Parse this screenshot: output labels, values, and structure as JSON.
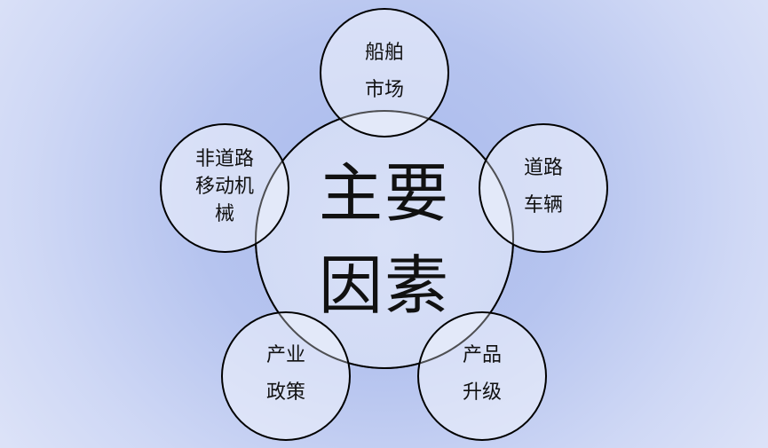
{
  "center": {
    "line1": "主要",
    "line2": "因素"
  },
  "satellites": [
    {
      "id": "top",
      "lines": [
        "船舶",
        "市场"
      ]
    },
    {
      "id": "right",
      "lines": [
        "道路",
        "车辆"
      ]
    },
    {
      "id": "left",
      "lines": [
        "非道路",
        "移动机",
        "械"
      ]
    },
    {
      "id": "bottom-left",
      "lines": [
        "产业",
        "政策"
      ]
    },
    {
      "id": "bottom-right",
      "lines": [
        "产品",
        "升级"
      ]
    }
  ],
  "colors": {
    "background_center": "#a9baec",
    "background_edge": "#dde3f8",
    "circle_fill": "#dfe5f8",
    "stroke": "#000000"
  }
}
